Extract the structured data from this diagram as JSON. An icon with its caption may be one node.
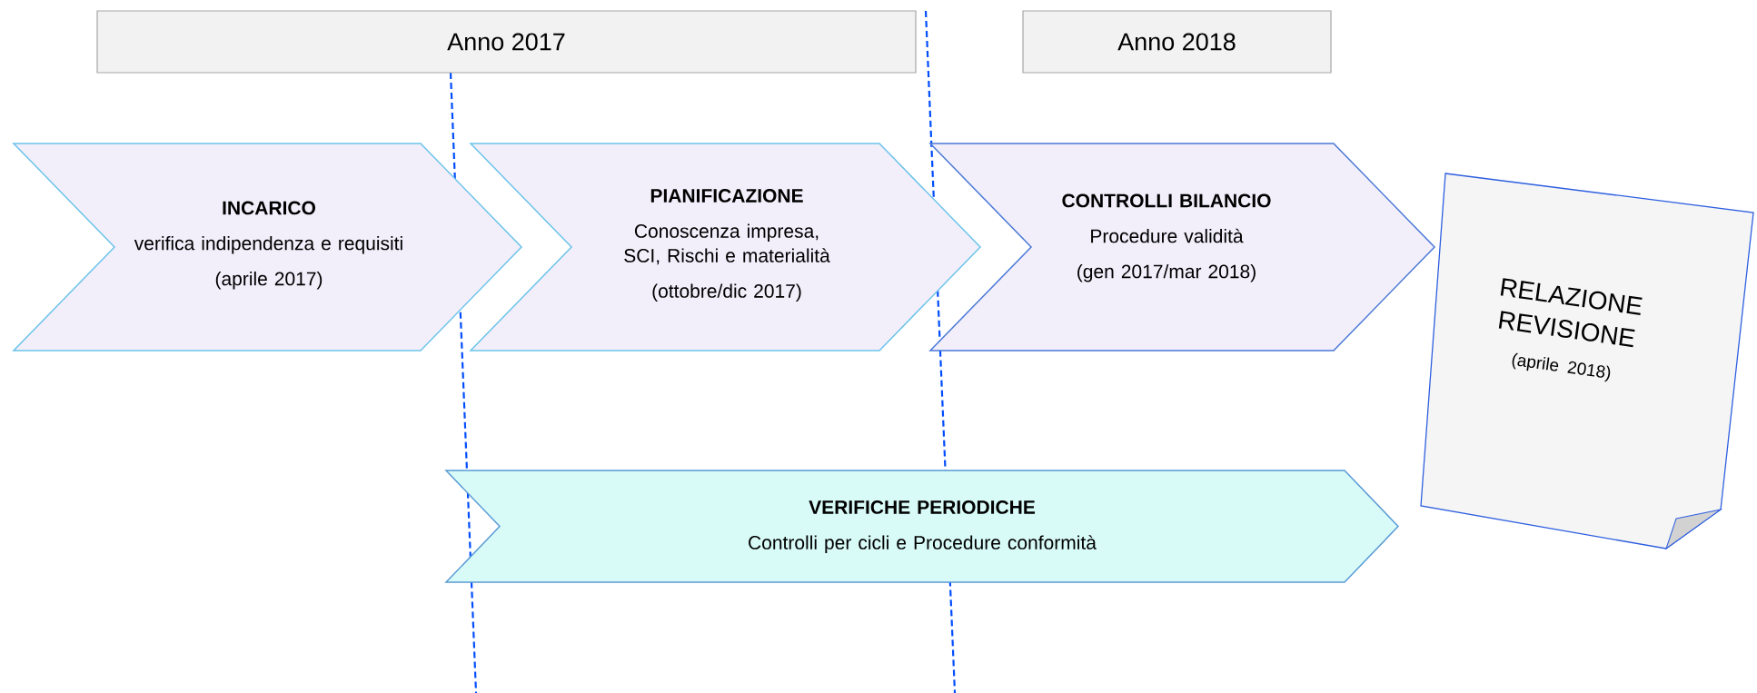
{
  "diagram": {
    "nodes": [
      {
        "text": [
          "Anno 2017"
        ]
      },
      {
        "text": [
          "Anno 2018"
        ]
      },
      {
        "text": [
          "INCARICO",
          "verifica indipendenza e requisiti",
          "(aprile 2017)"
        ]
      },
      {
        "text": [
          "PIANIFICAZIONE",
          "Conoscenza impresa, SCI, Rischi e materialità",
          "(ottobre/dic 2017)"
        ]
      },
      {
        "text": [
          "CONTROLLI BILANCIO",
          "Procedure validità",
          "(gen 2017/mar 2018)"
        ]
      },
      {
        "text": [
          "VERIFICHE PERIODICHE",
          "Controlli per cicli e Procedure conformità"
        ]
      },
      {
        "text": [
          "RELAZIONE REVISIONE",
          "(aprile 2018)"
        ]
      }
    ]
  }
}
